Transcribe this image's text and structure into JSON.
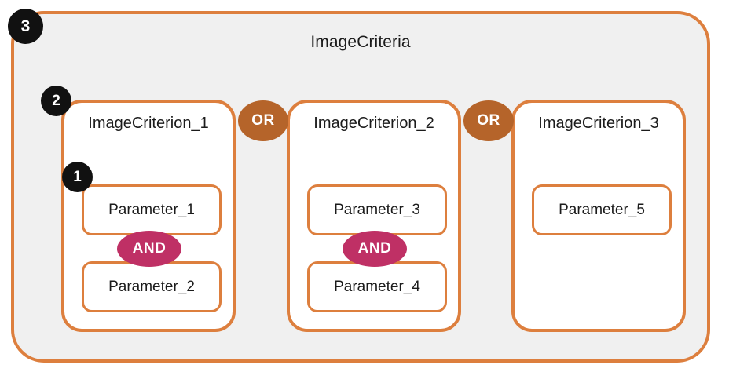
{
  "diagram": {
    "outer": {
      "title": "ImageCriteria",
      "level_badge": "3",
      "fill_color": "#f0f0f0",
      "border_color": "#dd7f3e"
    },
    "criteria": [
      {
        "title": "ImageCriterion_1",
        "level_badge": "2",
        "parameters": [
          "Parameter_1",
          "Parameter_2"
        ],
        "inner_operator": "AND",
        "parameter_badge": "1"
      },
      {
        "title": "ImageCriterion_2",
        "parameters": [
          "Parameter_3",
          "Parameter_4"
        ],
        "inner_operator": "AND"
      },
      {
        "title": "ImageCriterion_3",
        "parameters": [
          "Parameter_5"
        ]
      }
    ],
    "operators": {
      "between_criteria": [
        "OR",
        "OR"
      ],
      "or_color": "#b5642a",
      "and_color": "#bf3065"
    }
  }
}
